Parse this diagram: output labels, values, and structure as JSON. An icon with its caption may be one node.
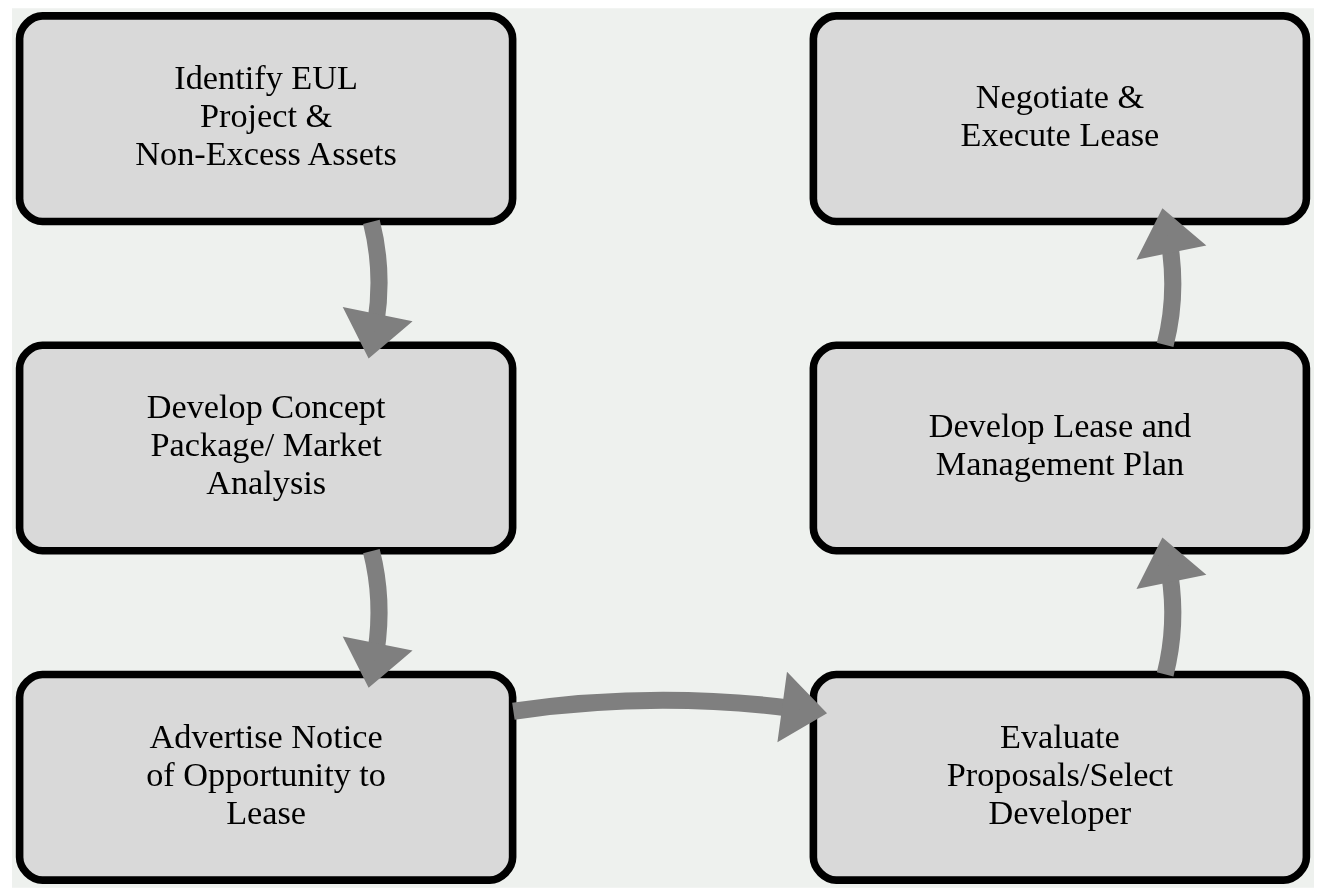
{
  "diagram": {
    "nodes": [
      {
        "text": [
          "Identify EUL Project & Non-Excess Assets"
        ]
      },
      {
        "text": [
          "Develop Concept Package/ Market Analysis"
        ]
      },
      {
        "text": [
          "Advertise Notice of Opportunity to Lease"
        ]
      },
      {
        "text": [
          "Evaluate Proposals/Select Developer"
        ]
      },
      {
        "text": [
          "Develop Lease and Management Plan"
        ]
      },
      {
        "text": [
          "Negotiate & Execute Lease"
        ]
      }
    ],
    "edges": [
      {
        "from": 0,
        "to": 1,
        "arrow": "to"
      },
      {
        "from": 1,
        "to": 2,
        "arrow": "to"
      },
      {
        "from": 2,
        "to": 3,
        "arrow": "to"
      },
      {
        "from": 3,
        "to": 4,
        "arrow": "to"
      },
      {
        "from": 4,
        "to": 5,
        "arrow": "to"
      }
    ]
  }
}
